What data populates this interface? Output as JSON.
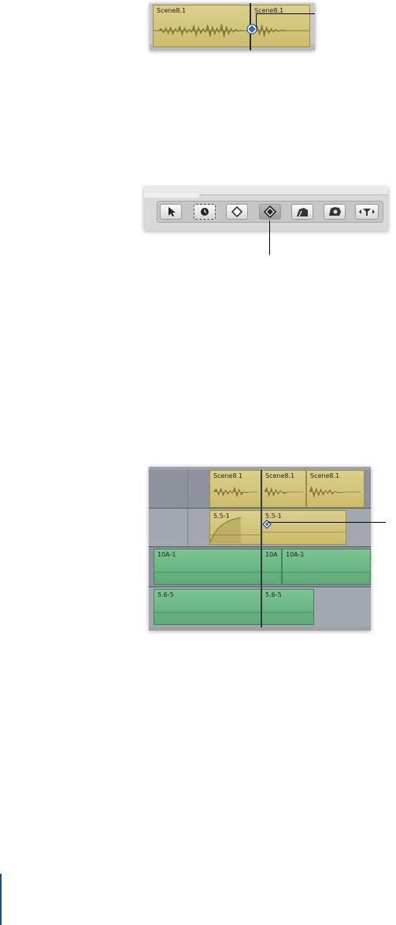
{
  "figure1": {
    "clip_left_label": "Scene8.1",
    "clip_right_label": "Scene8.1"
  },
  "figure2": {
    "tools": [
      {
        "icon": "arrow-select-icon"
      },
      {
        "icon": "roll-tool-icon"
      },
      {
        "icon": "slip-tool-icon"
      },
      {
        "icon": "slide-tool-icon"
      },
      {
        "icon": "blade-tool-icon"
      },
      {
        "icon": "zoom-hand-tool-icon"
      },
      {
        "icon": "crop-tool-icon"
      }
    ]
  },
  "figure3": {
    "track1": {
      "clips": [
        "Scene8.1",
        "Scene8.1",
        "Scene8.1"
      ]
    },
    "track2": {
      "clips": [
        "5.5-1",
        "5.5-1"
      ]
    },
    "track3": {
      "clips": [
        "10A-1",
        "10A",
        "10A-1"
      ]
    },
    "track4": {
      "clips": [
        "5.6-5",
        "5.6-5"
      ]
    }
  }
}
